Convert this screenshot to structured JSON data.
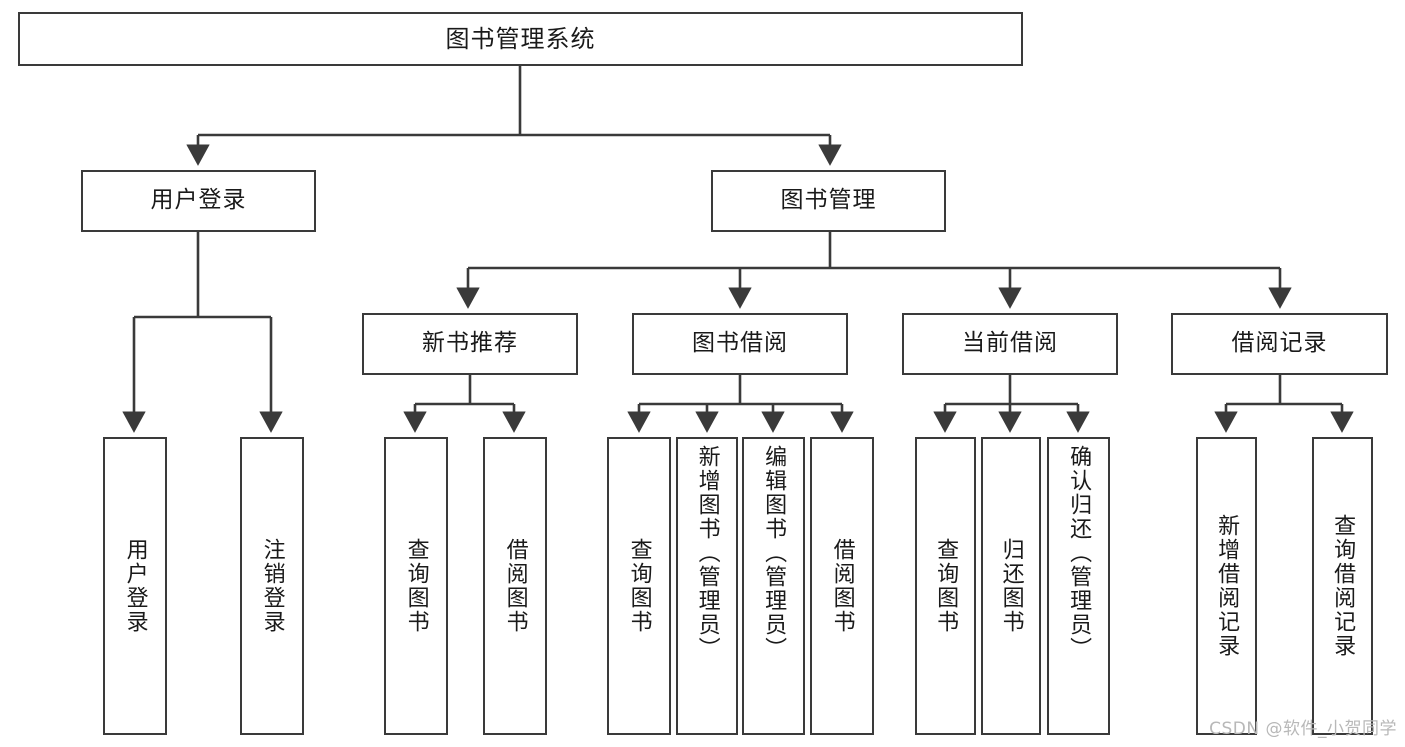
{
  "diagram": {
    "title": "图书管理系统",
    "type": "tree-hierarchy",
    "root": {
      "label": "图书管理系统"
    },
    "level2": [
      {
        "id": "user-login",
        "label": "用户登录"
      },
      {
        "id": "book-manage",
        "label": "图书管理"
      }
    ],
    "level3": [
      {
        "id": "new-book-recommend",
        "label": "新书推荐",
        "parent": "book-manage"
      },
      {
        "id": "book-borrow",
        "label": "图书借阅",
        "parent": "book-manage"
      },
      {
        "id": "current-borrow",
        "label": "当前借阅",
        "parent": "book-manage"
      },
      {
        "id": "borrow-record",
        "label": "借阅记录",
        "parent": "book-manage"
      }
    ],
    "leaves": [
      {
        "id": "leaf-user-login",
        "label": "用户登录",
        "parent": "user-login"
      },
      {
        "id": "leaf-user-logout",
        "label": "注销登录",
        "parent": "user-login"
      },
      {
        "id": "leaf-query-book-1",
        "label": "查询图书",
        "parent": "new-book-recommend"
      },
      {
        "id": "leaf-borrow-book-1",
        "label": "借阅图书",
        "parent": "new-book-recommend"
      },
      {
        "id": "leaf-query-book-2",
        "label": "查询图书",
        "parent": "book-borrow"
      },
      {
        "id": "leaf-add-book",
        "label": "新增图书（管理员）",
        "parent": "book-borrow"
      },
      {
        "id": "leaf-edit-book",
        "label": "编辑图书（管理员）",
        "parent": "book-borrow"
      },
      {
        "id": "leaf-borrow-book-2",
        "label": "借阅图书",
        "parent": "book-borrow"
      },
      {
        "id": "leaf-query-book-3",
        "label": "查询图书",
        "parent": "current-borrow"
      },
      {
        "id": "leaf-return-book",
        "label": "归还图书",
        "parent": "current-borrow"
      },
      {
        "id": "leaf-confirm-return",
        "label": "确认归还（管理员）",
        "parent": "current-borrow"
      },
      {
        "id": "leaf-add-record",
        "label": "新增借阅记录",
        "parent": "borrow-record"
      },
      {
        "id": "leaf-query-record",
        "label": "查询借阅记录",
        "parent": "borrow-record"
      }
    ]
  },
  "watermark": {
    "text": "CSDN @软件_小贺同学"
  },
  "colors": {
    "box_border": "#3a3a3a",
    "box_fill": "#ffffff",
    "connector": "#3a3a3a",
    "text": "#1a1a1a",
    "watermark": "#b8b8b8",
    "background": "#ffffff"
  }
}
